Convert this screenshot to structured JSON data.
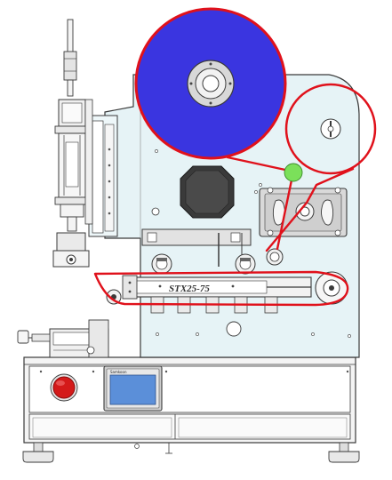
{
  "machine": {
    "model_plate": "STX25-75",
    "panel_brand": "Samkoon"
  },
  "colors": {
    "background": "#ffffff",
    "frame_fill": "#f4f4f4",
    "panel_fill": "#e6f3f6",
    "outline": "#3a3a3a",
    "label_roll": "#3a35e0",
    "web_path": "#e0111b",
    "sensor": "#7be05a",
    "estop": "#d41a1a",
    "hmi_screen": "#5b8fd9"
  },
  "components": [
    "label-roll",
    "take-up-reel",
    "web-path",
    "peel-plate",
    "drive-roller",
    "touch-screen",
    "emergency-stop",
    "vertical-cylinder",
    "sensor"
  ]
}
